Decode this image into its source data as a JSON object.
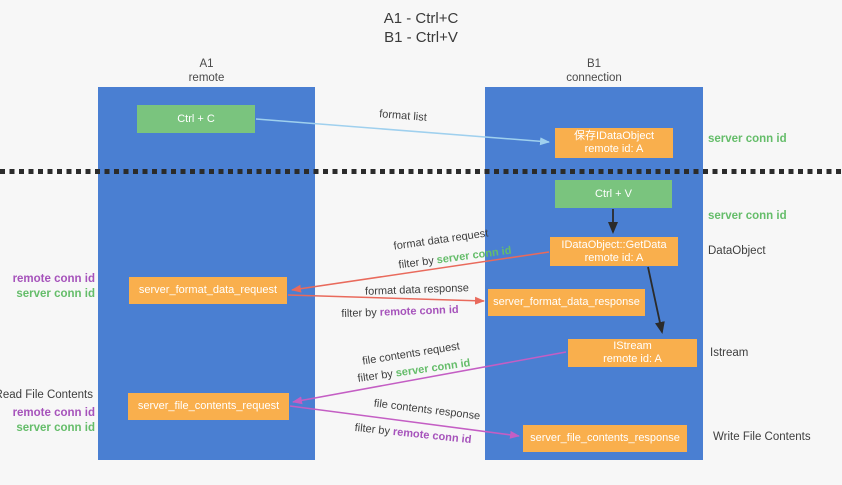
{
  "title": {
    "line1": "A1 - Ctrl+C",
    "line2": "B1 - Ctrl+V"
  },
  "lanes": {
    "left": {
      "id": "A1",
      "name": "remote"
    },
    "right": {
      "id": "B1",
      "name": "connection"
    }
  },
  "nodes": {
    "ctrl_c": "Ctrl + C",
    "ctrl_v": "Ctrl + V",
    "save_dataobject": {
      "title": "保存IDataObject",
      "subtitle": "remote id: A"
    },
    "getdata": {
      "title": "IDataObject::GetData",
      "subtitle": "remote id: A"
    },
    "istream": {
      "title": "IStream",
      "subtitle": "remote id: A"
    },
    "server_format_data_request": "server_format_data_request",
    "server_format_data_response": "server_format_data_response",
    "server_file_contents_request": "server_file_contents_request",
    "server_file_contents_response": "server_file_contents_response"
  },
  "edge_labels": {
    "format_list": "format list",
    "format_data_request": "format data request",
    "format_data_response": "format data response",
    "file_contents_request": "file contents request",
    "file_contents_response": "file contents response",
    "filter_by": "filter by",
    "server_conn_id": "server conn id",
    "remote_conn_id": "remote conn id"
  },
  "side_labels": {
    "server_conn_id": "server conn id",
    "remote_conn_id": "remote conn id",
    "dataobject": "DataObject",
    "istream": "Istream",
    "read_file_contents": "Read File Contents",
    "write_file_contents": "Write File Contents"
  },
  "colors": {
    "background": "#f7f7f7",
    "lane_blue": "#4a7fd2",
    "green_box": "#7ac47e",
    "orange_box": "#f9af4d",
    "arrow_light_blue": "#9fd0ee",
    "arrow_red": "#e96a5c",
    "arrow_magenta": "#c45ec4",
    "arrow_black": "#2b2b2b",
    "text_green": "#65bd6a",
    "text_purple": "#a653bb"
  }
}
